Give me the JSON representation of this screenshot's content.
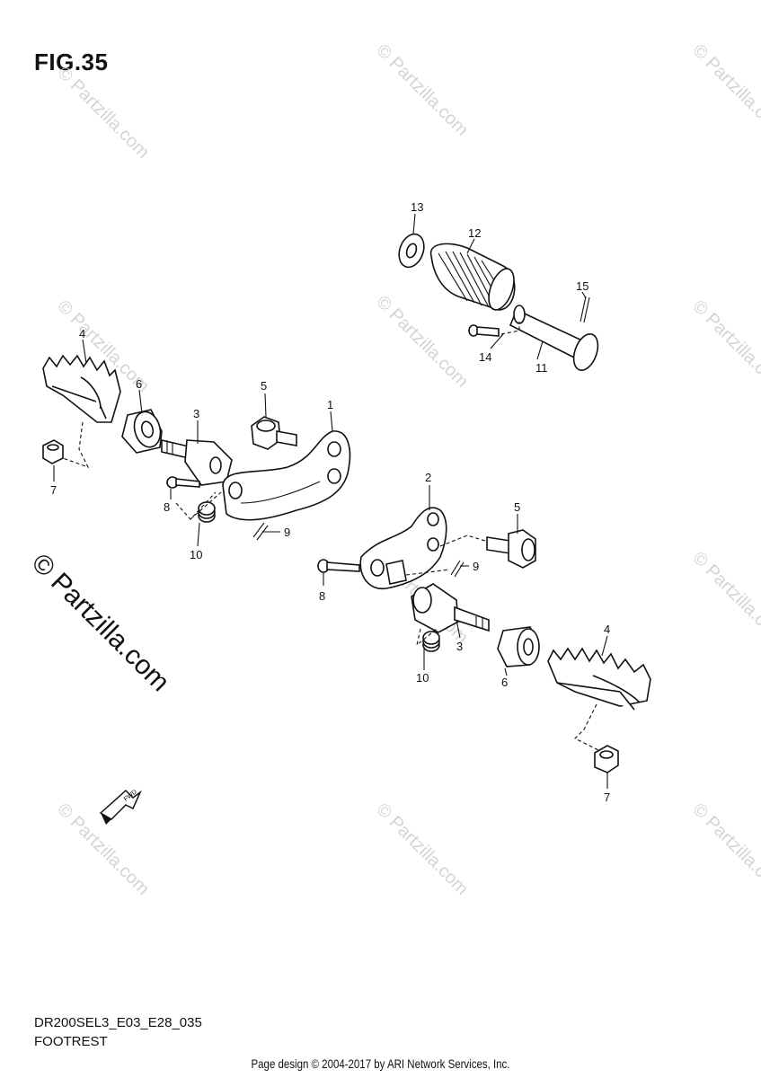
{
  "figure": {
    "title": "FIG.35",
    "model_code": "DR200SEL3_E03_E28_035",
    "name": "FOOTREST"
  },
  "footer": "Page design © 2004-2017 by ARI Network Services, Inc.",
  "watermark": {
    "small_text": "© Partzilla.com",
    "large_text": "© Partzilla.com"
  },
  "direction_arrow": "FWD",
  "callouts": [
    "13",
    "12",
    "15",
    "14",
    "11",
    "4",
    "6",
    "3",
    "5",
    "1",
    "7",
    "8",
    "10",
    "9",
    "2",
    "5",
    "9",
    "8",
    "3",
    "10",
    "6",
    "4",
    "7"
  ]
}
